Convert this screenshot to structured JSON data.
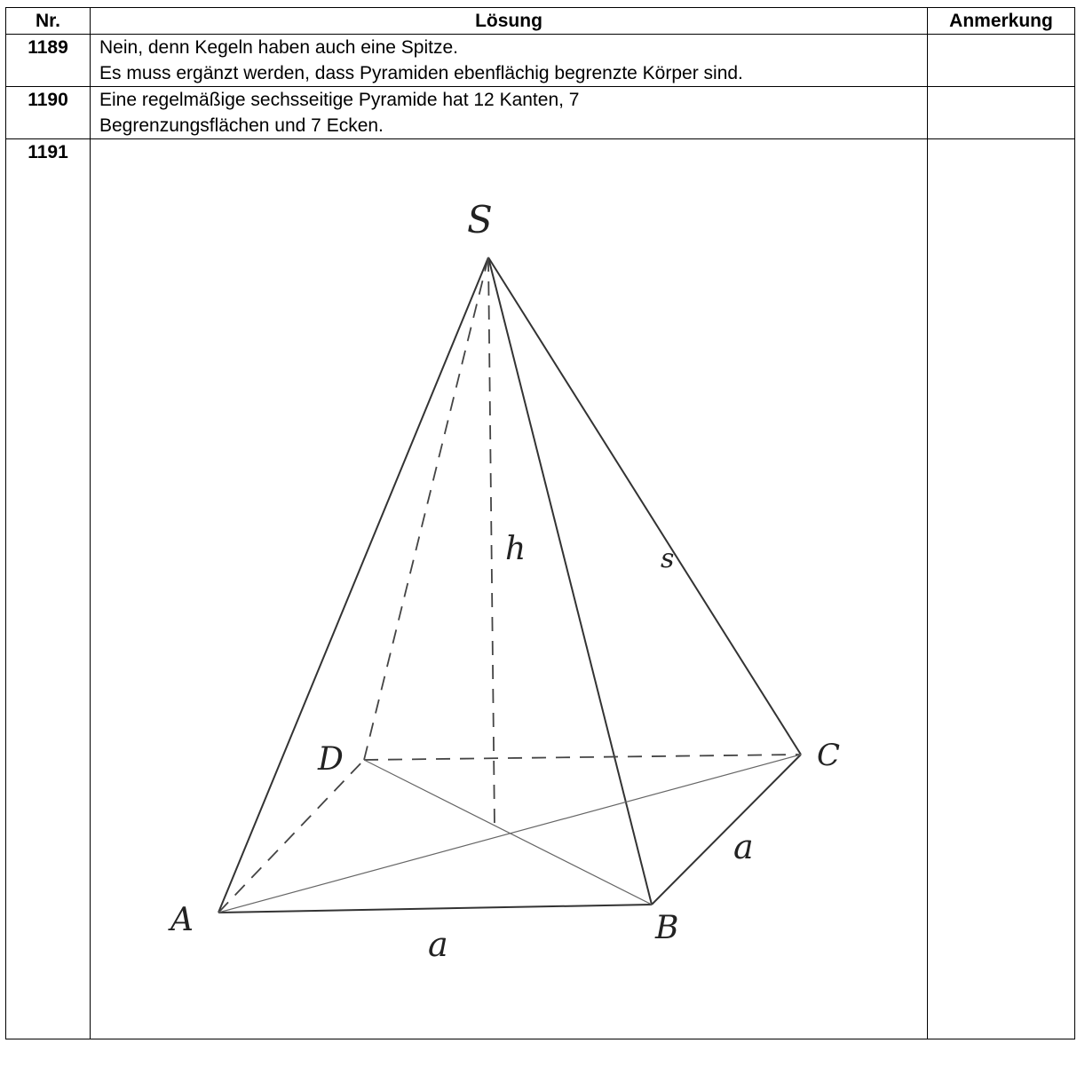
{
  "table": {
    "headers": [
      "Nr.",
      "Lösung",
      "Anmerkung"
    ],
    "rows": [
      {
        "nr": "1189",
        "lines": [
          "Nein, denn Kegeln haben auch eine Spitze.",
          "Es muss ergänzt werden, dass Pyramiden ebenflächig begrenzte Körper sind."
        ],
        "note": ""
      },
      {
        "nr": "1190",
        "lines": [
          "Eine regelmäßige sechsseitige Pyramide hat 12 Kanten, 7",
          "Begrenzungsflächen und 7 Ecken."
        ],
        "note": ""
      },
      {
        "nr": "1191",
        "figure": {
          "labels": {
            "apex": "S",
            "height": "h",
            "edge": "s",
            "A": "A",
            "B": "B",
            "C": "C",
            "D": "D",
            "side_bottom": "a",
            "side_right": "a"
          }
        },
        "note": ""
      }
    ]
  }
}
